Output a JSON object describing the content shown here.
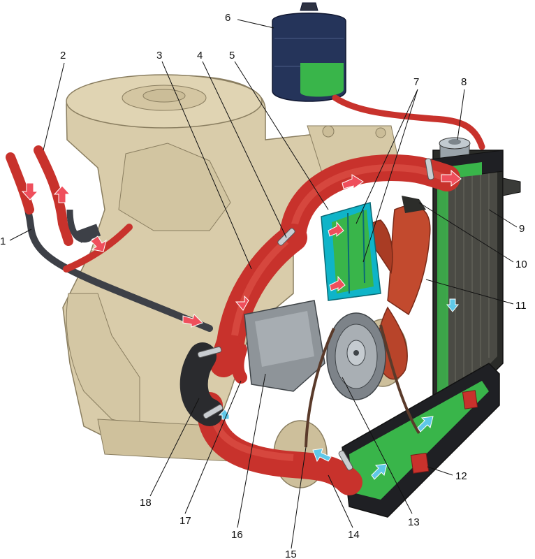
{
  "callouts": [
    {
      "id": "1",
      "label": "1"
    },
    {
      "id": "2",
      "label": "2"
    },
    {
      "id": "3",
      "label": "3"
    },
    {
      "id": "4",
      "label": "4"
    },
    {
      "id": "5",
      "label": "5"
    },
    {
      "id": "6",
      "label": "6"
    },
    {
      "id": "7",
      "label": "7"
    },
    {
      "id": "8",
      "label": "8"
    },
    {
      "id": "9",
      "label": "9"
    },
    {
      "id": "10",
      "label": "10"
    },
    {
      "id": "11",
      "label": "11"
    },
    {
      "id": "12",
      "label": "12"
    },
    {
      "id": "13",
      "label": "13"
    },
    {
      "id": "14",
      "label": "14"
    },
    {
      "id": "15",
      "label": "15"
    },
    {
      "id": "16",
      "label": "16"
    },
    {
      "id": "17",
      "label": "17"
    },
    {
      "id": "18",
      "label": "18"
    }
  ],
  "colors": {
    "engine": "#d9ccaa",
    "engine_outline": "#8a7e60",
    "hot_hose": "#c8322c",
    "hot_hose_light": "#e25a4e",
    "coolant": "#39b54a",
    "radiator_core": "#4a4a44",
    "fan": "#c24a2e",
    "tank": "#25345a",
    "dark_hose": "#3d4047",
    "hot_arrow": "#ef4f5c",
    "cold_arrow": "#5fc8e8"
  }
}
